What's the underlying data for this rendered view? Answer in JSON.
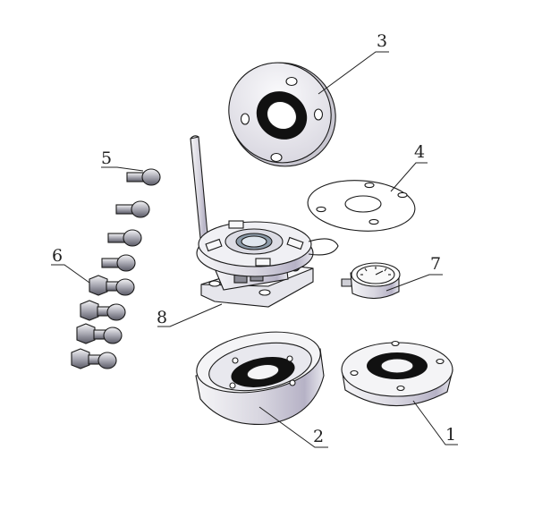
{
  "labels": [
    {
      "id": "1",
      "text": "1"
    },
    {
      "id": "2",
      "text": "2"
    },
    {
      "id": "3",
      "text": "3"
    },
    {
      "id": "4",
      "text": "4"
    },
    {
      "id": "5",
      "text": "5"
    },
    {
      "id": "6",
      "text": "6"
    },
    {
      "id": "7",
      "text": "7"
    },
    {
      "id": "8",
      "text": "8"
    }
  ],
  "colors": {
    "line": "#1a1a1a",
    "metal_light": "#f2f2f4",
    "metal_mid": "#cfcfd6",
    "metal_dark": "#9a9aa6",
    "gasket": "#111111"
  }
}
